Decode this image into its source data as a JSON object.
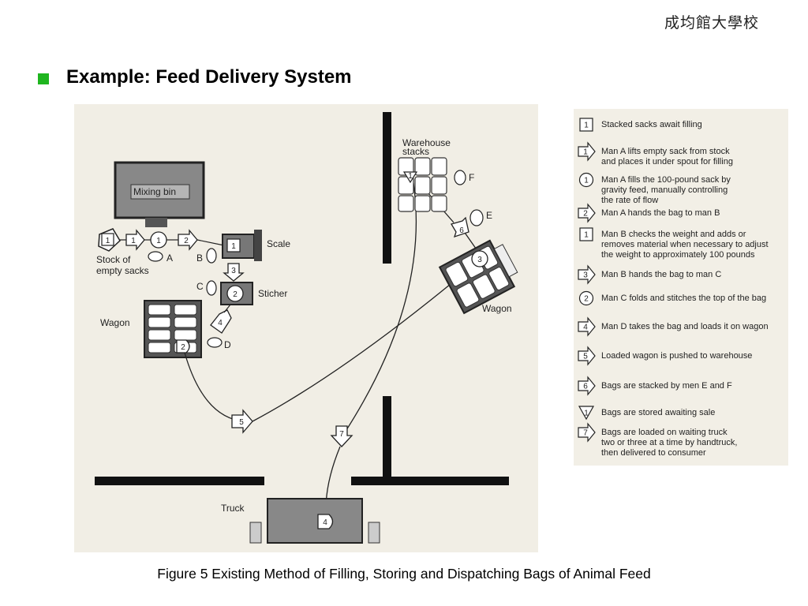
{
  "header": {
    "logo_text": "成均館大學校",
    "title": "Example: Feed Delivery System",
    "bullet_color": "#1fb51f"
  },
  "caption": "Figure 5 Existing Method of Filling, Storing and Dispatching Bags of Animal Feed",
  "diagram": {
    "mixing_bin": "Mixing bin",
    "scale": "Scale",
    "sticher": "Sticher",
    "wagon_left": "Wagon",
    "wagon_right": "Wagon",
    "warehouse_stacks_1": "Warehouse",
    "warehouse_stacks_2": "stacks",
    "stock_1": "Stock of",
    "stock_2": "empty sacks",
    "truck": "Truck",
    "man_a": "A",
    "man_b": "B",
    "man_c": "C",
    "man_d": "D",
    "man_e": "E",
    "man_f": "F",
    "symbols": {
      "storage_1": "1",
      "transport_1": "1",
      "operation_1": "1",
      "transport_2": "2",
      "inspection_1": "1",
      "transport_3": "3",
      "operation_2": "2",
      "transport_4": "4",
      "delay_2": "2",
      "transport_5": "5",
      "operation_3": "3",
      "transport_6": "6",
      "storage_wh": "1",
      "transport_7": "7",
      "delay_4": "4"
    }
  },
  "legend": [
    {
      "symbol": "square",
      "num": "1",
      "lines": [
        "Stacked sacks await filling"
      ]
    },
    {
      "symbol": "arrow",
      "num": "1",
      "lines": [
        "Man A lifts empty sack from stock",
        "and places it under spout for filling"
      ]
    },
    {
      "symbol": "circle",
      "num": "1",
      "lines": [
        "Man A fills the 100-pound sack by",
        "gravity feed, manually controlling",
        "the rate of flow"
      ]
    },
    {
      "symbol": "arrow",
      "num": "2",
      "lines": [
        "Man A hands the bag to man B"
      ]
    },
    {
      "symbol": "square",
      "num": "1",
      "lines": [
        "Man B checks the weight and adds or",
        "removes material when necessary to adjust",
        "the weight to approximately 100 pounds"
      ]
    },
    {
      "symbol": "arrow",
      "num": "3",
      "lines": [
        "Man B hands the bag to man C"
      ]
    },
    {
      "symbol": "circle",
      "num": "2",
      "lines": [
        "Man C folds and stitches the top of the bag"
      ]
    },
    {
      "symbol": "arrow",
      "num": "4",
      "lines": [
        "Man D takes the bag and loads it on wagon"
      ]
    },
    {
      "symbol": "arrow",
      "num": "5",
      "lines": [
        "Loaded wagon is pushed to warehouse"
      ]
    },
    {
      "symbol": "arrow",
      "num": "6",
      "lines": [
        "Bags are stacked by men E and F"
      ]
    },
    {
      "symbol": "triangle",
      "num": "1",
      "lines": [
        "Bags are stored awaiting sale"
      ]
    },
    {
      "symbol": "arrow",
      "num": "7",
      "lines": [
        "Bags are loaded on waiting truck",
        "two or three at a time by handtruck,",
        "then delivered to consumer"
      ]
    }
  ]
}
